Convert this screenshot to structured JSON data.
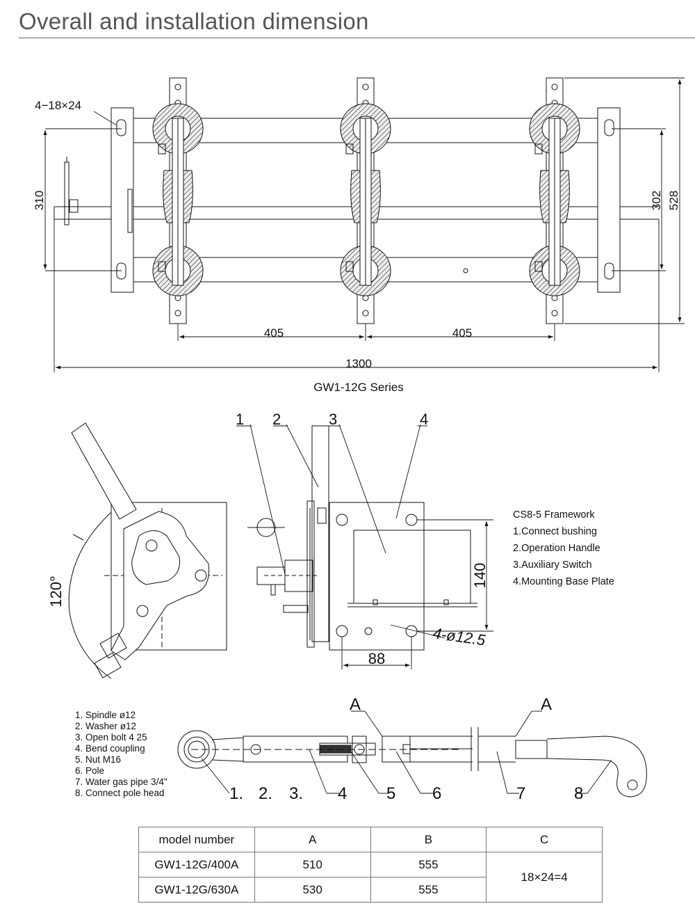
{
  "title": "Overall and installation dimension",
  "top_drawing": {
    "hole_note": "4−18×24",
    "dim_310": "310",
    "dim_302": "302",
    "dim_528": "528",
    "dim_405_left": "405",
    "dim_405_right": "405",
    "dim_1300": "1300",
    "series_caption": "GW1-12G Series"
  },
  "middle_drawing": {
    "angle": "120°",
    "callouts": [
      "1",
      "2",
      "3",
      "4"
    ],
    "dim_140": "140",
    "dim_88": "88",
    "hole_note": "4-ø12.5",
    "legend": [
      "CS8-5 Framework",
      "1.Connect bushing",
      "2.Operation Handle",
      "3.Auxiliary Switch",
      "4.Mounting Base Plate"
    ]
  },
  "bottom_drawing": {
    "parts": [
      "1. Spindle ø12",
      "2. Washer ø12",
      "3. Open bolt 4 25",
      "4. Bend coupling",
      "5. Nut M16",
      "6. Pole",
      "7. Water gas pipe 3/4\"",
      "8. Connect pole head"
    ],
    "section_a_left": "A",
    "section_a_right": "A",
    "callouts": [
      "1.",
      "2.",
      "3.",
      "4",
      "5",
      "6",
      "7",
      "8"
    ]
  },
  "table": {
    "headers": [
      "model number",
      "A",
      "B",
      "C"
    ],
    "rows": [
      [
        "GW1-12G/400A",
        "510",
        "555"
      ],
      [
        "GW1-12G/630A",
        "530",
        "555"
      ]
    ],
    "merged_c": "18×24=4"
  }
}
